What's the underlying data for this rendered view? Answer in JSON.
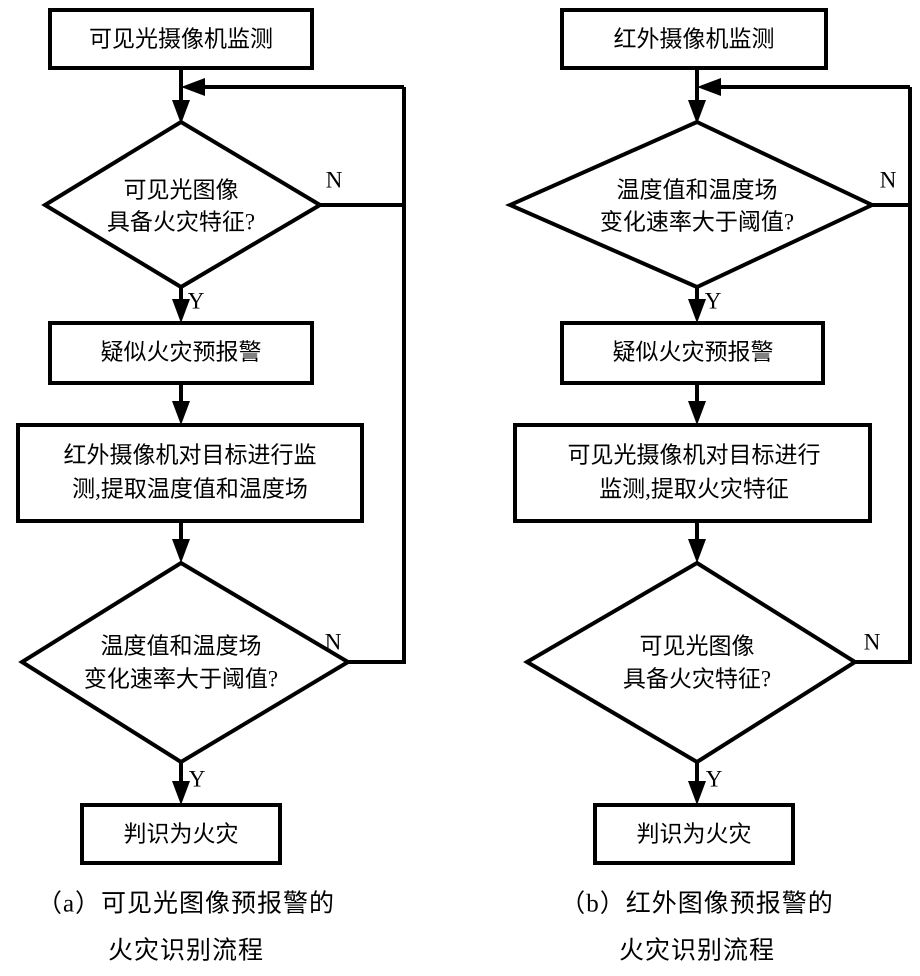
{
  "figure": {
    "type": "flowchart",
    "orientation": "two-column",
    "background_color": "#ffffff",
    "line_color": "#000000",
    "panels": [
      {
        "id": "panel-a",
        "caption_line1": "（a）可见光图像预报警的",
        "caption_line2": "火灾识别流程",
        "nodes": [
          {
            "id": "a-start",
            "shape": "process",
            "text_line1": "可见光摄像机监测"
          },
          {
            "id": "a-dec1",
            "shape": "decision",
            "text_line1": "可见光图像",
            "text_line2": "具备火灾特征?"
          },
          {
            "id": "a-alarm",
            "shape": "process",
            "text_line1": "疑似火灾预报警"
          },
          {
            "id": "a-extract",
            "shape": "process",
            "text_line1": "红外摄像机对目标进行监",
            "text_line2": "测,提取温度值和温度场"
          },
          {
            "id": "a-dec2",
            "shape": "decision",
            "text_line1": "温度值和温度场",
            "text_line2": "变化速率大于阈值?"
          },
          {
            "id": "a-end",
            "shape": "process",
            "text_line1": "判识为火灾"
          }
        ],
        "edges": [
          {
            "from": "a-start",
            "to": "a-dec1",
            "label": ""
          },
          {
            "from": "a-dec1",
            "to": "a-alarm",
            "label": "Y"
          },
          {
            "from": "a-dec1",
            "to": "a-start",
            "label": "N"
          },
          {
            "from": "a-alarm",
            "to": "a-extract",
            "label": ""
          },
          {
            "from": "a-extract",
            "to": "a-dec2",
            "label": ""
          },
          {
            "from": "a-dec2",
            "to": "a-end",
            "label": "Y"
          },
          {
            "from": "a-dec2",
            "to": "a-start",
            "label": "N"
          }
        ]
      },
      {
        "id": "panel-b",
        "caption_line1": "（b）红外图像预报警的",
        "caption_line2": "火灾识别流程",
        "nodes": [
          {
            "id": "b-start",
            "shape": "process",
            "text_line1": "红外摄像机监测"
          },
          {
            "id": "b-dec1",
            "shape": "decision",
            "text_line1": "温度值和温度场",
            "text_line2": "变化速率大于阈值?"
          },
          {
            "id": "b-alarm",
            "shape": "process",
            "text_line1": "疑似火灾预报警"
          },
          {
            "id": "b-extract",
            "shape": "process",
            "text_line1": "可见光摄像机对目标进行",
            "text_line2": "监测,提取火灾特征"
          },
          {
            "id": "b-dec2",
            "shape": "decision",
            "text_line1": "可见光图像",
            "text_line2": "具备火灾特征?"
          },
          {
            "id": "b-end",
            "shape": "process",
            "text_line1": "判识为火灾"
          }
        ],
        "edges": [
          {
            "from": "b-start",
            "to": "b-dec1",
            "label": ""
          },
          {
            "from": "b-dec1",
            "to": "b-alarm",
            "label": "Y"
          },
          {
            "from": "b-dec1",
            "to": "b-start",
            "label": "N"
          },
          {
            "from": "b-alarm",
            "to": "b-extract",
            "label": ""
          },
          {
            "from": "b-extract",
            "to": "b-dec2",
            "label": ""
          },
          {
            "from": "b-dec2",
            "to": "b-end",
            "label": "Y"
          },
          {
            "from": "b-dec2",
            "to": "b-start",
            "label": "N"
          }
        ]
      }
    ],
    "branch_labels": {
      "yes": "Y",
      "no": "N"
    }
  }
}
